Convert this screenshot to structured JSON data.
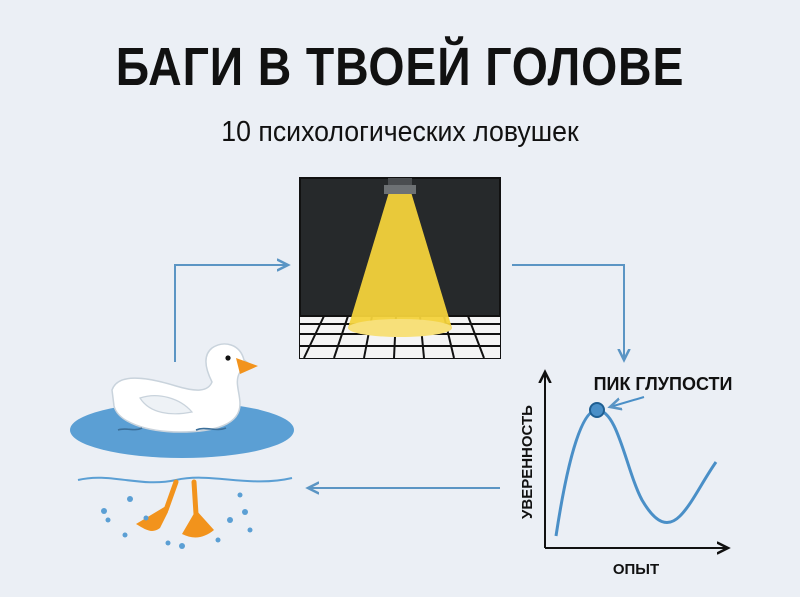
{
  "header": {
    "title": "БАГИ В ТВОЕЙ ГОЛОВЕ",
    "subtitle": "10 психологических ловушек"
  },
  "chart": {
    "peak_label": "ПИК ГЛУПОСТИ",
    "y_axis_label": "УВЕРЕННОСТЬ",
    "x_axis_label": "ОПЫТ"
  },
  "colors": {
    "background": "#ebeff5",
    "arrow": "#5b95c4",
    "water": "#5b9fd4",
    "spotlight": "#f3d23b",
    "stage": "#26292b",
    "duck_bill": "#f2931c",
    "curve": "#4a8fc7"
  },
  "icons": [
    "duck-icon",
    "spotlight-stage-icon",
    "duck-feet-icon",
    "dunning-kruger-curve-icon"
  ]
}
